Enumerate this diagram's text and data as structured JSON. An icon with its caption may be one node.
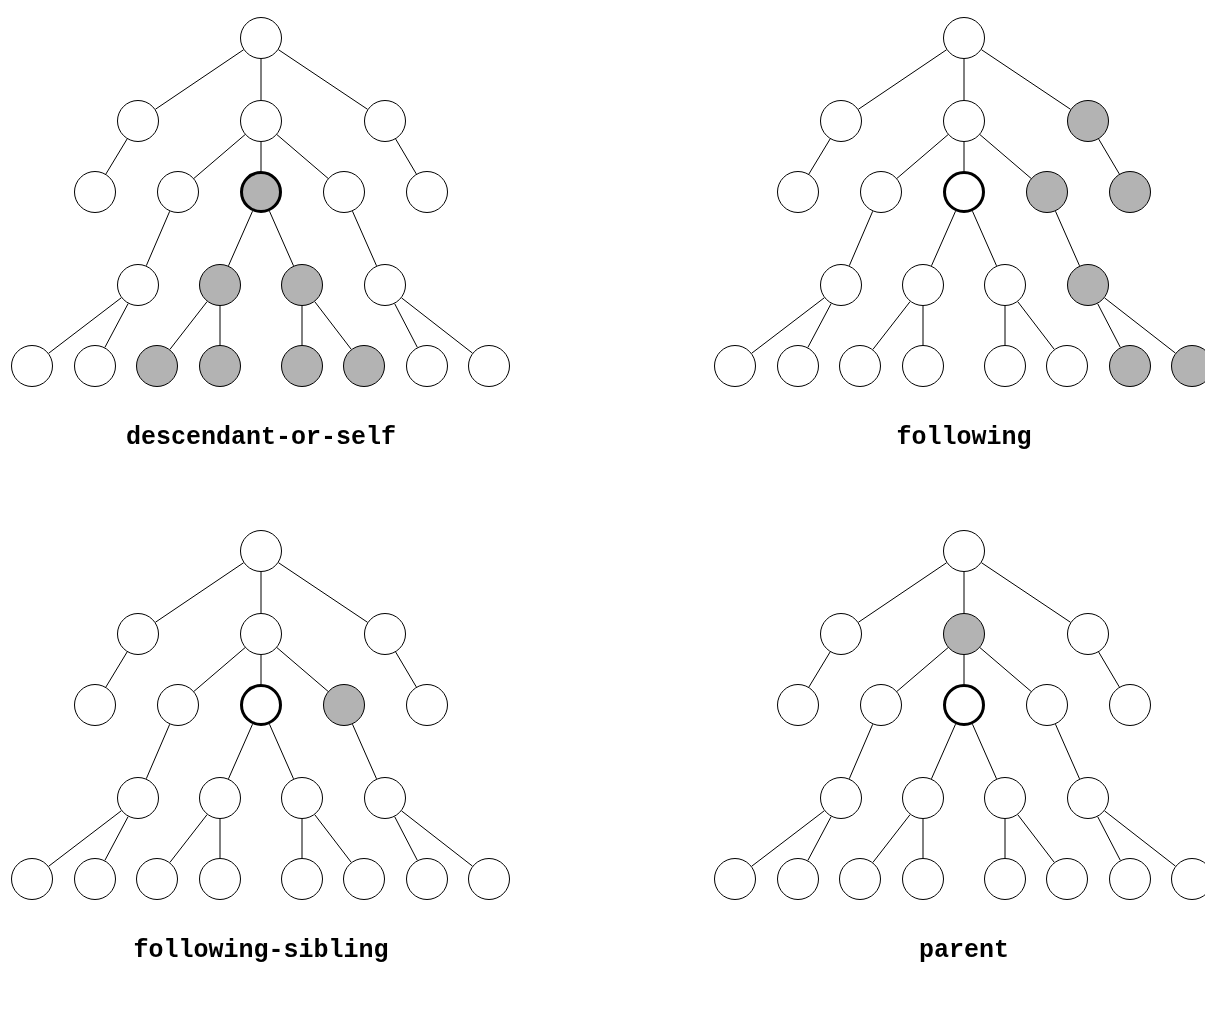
{
  "diagram": {
    "nodes": [
      {
        "text": [],
        "shape": "circle"
      },
      {
        "text": [],
        "shape": "circle"
      },
      {
        "text": [],
        "shape": "circle"
      },
      {
        "text": [],
        "shape": "circle"
      },
      {
        "text": [],
        "shape": "circle"
      },
      {
        "text": [],
        "shape": "circle"
      },
      {
        "text": [],
        "shape": "bold-disc"
      },
      {
        "text": [],
        "shape": "circle"
      },
      {
        "text": [],
        "shape": "circle"
      },
      {
        "text": [],
        "shape": "circle"
      },
      {
        "text": [],
        "shape": "disc"
      },
      {
        "text": [],
        "shape": "disc"
      },
      {
        "text": [],
        "shape": "circle"
      },
      {
        "text": [],
        "shape": "circle"
      },
      {
        "text": [],
        "shape": "circle"
      },
      {
        "text": [],
        "shape": "disc"
      },
      {
        "text": [],
        "shape": "disc"
      },
      {
        "text": [],
        "shape": "disc"
      },
      {
        "text": [],
        "shape": "disc"
      },
      {
        "text": [],
        "shape": "circle"
      },
      {
        "text": [],
        "shape": "circle"
      },
      {
        "text": [],
        "shape": "circle"
      },
      {
        "text": [],
        "shape": "circle"
      },
      {
        "text": [],
        "shape": "circle"
      },
      {
        "text": [],
        "shape": "disc"
      },
      {
        "text": [],
        "shape": "circle"
      },
      {
        "text": [],
        "shape": "circle"
      },
      {
        "text": [],
        "shape": "ring"
      },
      {
        "text": [],
        "shape": "disc"
      },
      {
        "text": [],
        "shape": "disc"
      },
      {
        "text": [],
        "shape": "circle"
      },
      {
        "text": [],
        "shape": "circle"
      },
      {
        "text": [],
        "shape": "circle"
      },
      {
        "text": [],
        "shape": "disc"
      },
      {
        "text": [],
        "shape": "circle"
      },
      {
        "text": [],
        "shape": "circle"
      },
      {
        "text": [],
        "shape": "circle"
      },
      {
        "text": [],
        "shape": "circle"
      },
      {
        "text": [],
        "shape": "circle"
      },
      {
        "text": [],
        "shape": "circle"
      },
      {
        "text": [],
        "shape": "disc"
      },
      {
        "text": [],
        "shape": "disc"
      },
      {
        "text": [],
        "shape": "circle"
      },
      {
        "text": [],
        "shape": "circle"
      },
      {
        "text": [],
        "shape": "circle"
      },
      {
        "text": [],
        "shape": "circle"
      },
      {
        "text": [],
        "shape": "circle"
      },
      {
        "text": [],
        "shape": "circle"
      },
      {
        "text": [],
        "shape": "ring"
      },
      {
        "text": [],
        "shape": "disc"
      },
      {
        "text": [],
        "shape": "circle"
      },
      {
        "text": [],
        "shape": "circle"
      },
      {
        "text": [],
        "shape": "circle"
      },
      {
        "text": [],
        "shape": "circle"
      },
      {
        "text": [],
        "shape": "circle"
      },
      {
        "text": [],
        "shape": "circle"
      },
      {
        "text": [],
        "shape": "circle"
      },
      {
        "text": [],
        "shape": "circle"
      },
      {
        "text": [],
        "shape": "circle"
      },
      {
        "text": [],
        "shape": "circle"
      },
      {
        "text": [],
        "shape": "circle"
      },
      {
        "text": [],
        "shape": "circle"
      },
      {
        "text": [],
        "shape": "circle"
      },
      {
        "text": [],
        "shape": "circle"
      },
      {
        "text": [],
        "shape": "circle"
      },
      {
        "text": [],
        "shape": "disc"
      },
      {
        "text": [],
        "shape": "circle"
      },
      {
        "text": [],
        "shape": "circle"
      },
      {
        "text": [],
        "shape": "circle"
      },
      {
        "text": [],
        "shape": "ring"
      },
      {
        "text": [],
        "shape": "circle"
      },
      {
        "text": [],
        "shape": "circle"
      },
      {
        "text": [],
        "shape": "circle"
      },
      {
        "text": [],
        "shape": "circle"
      },
      {
        "text": [],
        "shape": "circle"
      },
      {
        "text": [],
        "shape": "circle"
      },
      {
        "text": [],
        "shape": "circle"
      },
      {
        "text": [],
        "shape": "circle"
      },
      {
        "text": [],
        "shape": "circle"
      },
      {
        "text": [],
        "shape": "circle"
      },
      {
        "text": [],
        "shape": "circle"
      },
      {
        "text": [],
        "shape": "circle"
      },
      {
        "text": [],
        "shape": "circle"
      },
      {
        "text": [],
        "shape": "circle"
      }
    ],
    "edges": [
      {
        "from": 0,
        "to": 1,
        "arrow": "none"
      },
      {
        "from": 0,
        "to": 2,
        "arrow": "none"
      },
      {
        "from": 0,
        "to": 3,
        "arrow": "none"
      },
      {
        "from": 1,
        "to": 4,
        "arrow": "none"
      },
      {
        "from": 2,
        "to": 5,
        "arrow": "none"
      },
      {
        "from": 2,
        "to": 6,
        "arrow": "none"
      },
      {
        "from": 2,
        "to": 7,
        "arrow": "none"
      },
      {
        "from": 3,
        "to": 8,
        "arrow": "none"
      },
      {
        "from": 5,
        "to": 9,
        "arrow": "none"
      },
      {
        "from": 6,
        "to": 10,
        "arrow": "none"
      },
      {
        "from": 6,
        "to": 11,
        "arrow": "none"
      },
      {
        "from": 7,
        "to": 12,
        "arrow": "none"
      },
      {
        "from": 9,
        "to": 13,
        "arrow": "none"
      },
      {
        "from": 9,
        "to": 14,
        "arrow": "none"
      },
      {
        "from": 10,
        "to": 15,
        "arrow": "none"
      },
      {
        "from": 10,
        "to": 16,
        "arrow": "none"
      },
      {
        "from": 11,
        "to": 17,
        "arrow": "none"
      },
      {
        "from": 11,
        "to": 18,
        "arrow": "none"
      },
      {
        "from": 12,
        "to": 19,
        "arrow": "none"
      },
      {
        "from": 12,
        "to": 20,
        "arrow": "none"
      },
      {
        "from": 21,
        "to": 22,
        "arrow": "none"
      },
      {
        "from": 21,
        "to": 23,
        "arrow": "none"
      },
      {
        "from": 21,
        "to": 24,
        "arrow": "none"
      },
      {
        "from": 22,
        "to": 25,
        "arrow": "none"
      },
      {
        "from": 23,
        "to": 26,
        "arrow": "none"
      },
      {
        "from": 23,
        "to": 27,
        "arrow": "none"
      },
      {
        "from": 23,
        "to": 28,
        "arrow": "none"
      },
      {
        "from": 24,
        "to": 29,
        "arrow": "none"
      },
      {
        "from": 26,
        "to": 30,
        "arrow": "none"
      },
      {
        "from": 27,
        "to": 31,
        "arrow": "none"
      },
      {
        "from": 27,
        "to": 32,
        "arrow": "none"
      },
      {
        "from": 28,
        "to": 33,
        "arrow": "none"
      },
      {
        "from": 30,
        "to": 34,
        "arrow": "none"
      },
      {
        "from": 30,
        "to": 35,
        "arrow": "none"
      },
      {
        "from": 31,
        "to": 36,
        "arrow": "none"
      },
      {
        "from": 31,
        "to": 37,
        "arrow": "none"
      },
      {
        "from": 32,
        "to": 38,
        "arrow": "none"
      },
      {
        "from": 32,
        "to": 39,
        "arrow": "none"
      },
      {
        "from": 33,
        "to": 40,
        "arrow": "none"
      },
      {
        "from": 33,
        "to": 41,
        "arrow": "none"
      },
      {
        "from": 42,
        "to": 43,
        "arrow": "none"
      },
      {
        "from": 42,
        "to": 44,
        "arrow": "none"
      },
      {
        "from": 42,
        "to": 45,
        "arrow": "none"
      },
      {
        "from": 43,
        "to": 46,
        "arrow": "none"
      },
      {
        "from": 44,
        "to": 47,
        "arrow": "none"
      },
      {
        "from": 44,
        "to": 48,
        "arrow": "none"
      },
      {
        "from": 44,
        "to": 49,
        "arrow": "none"
      },
      {
        "from": 45,
        "to": 50,
        "arrow": "none"
      },
      {
        "from": 47,
        "to": 51,
        "arrow": "none"
      },
      {
        "from": 48,
        "to": 52,
        "arrow": "none"
      },
      {
        "from": 48,
        "to": 53,
        "arrow": "none"
      },
      {
        "from": 49,
        "to": 54,
        "arrow": "none"
      },
      {
        "from": 51,
        "to": 55,
        "arrow": "none"
      },
      {
        "from": 51,
        "to": 56,
        "arrow": "none"
      },
      {
        "from": 52,
        "to": 57,
        "arrow": "none"
      },
      {
        "from": 52,
        "to": 58,
        "arrow": "none"
      },
      {
        "from": 53,
        "to": 59,
        "arrow": "none"
      },
      {
        "from": 53,
        "to": 60,
        "arrow": "none"
      },
      {
        "from": 54,
        "to": 61,
        "arrow": "none"
      },
      {
        "from": 54,
        "to": 62,
        "arrow": "none"
      },
      {
        "from": 63,
        "to": 64,
        "arrow": "none"
      },
      {
        "from": 63,
        "to": 65,
        "arrow": "none"
      },
      {
        "from": 63,
        "to": 66,
        "arrow": "none"
      },
      {
        "from": 64,
        "to": 67,
        "arrow": "none"
      },
      {
        "from": 65,
        "to": 68,
        "arrow": "none"
      },
      {
        "from": 65,
        "to": 69,
        "arrow": "none"
      },
      {
        "from": 65,
        "to": 70,
        "arrow": "none"
      },
      {
        "from": 66,
        "to": 71,
        "arrow": "none"
      },
      {
        "from": 68,
        "to": 72,
        "arrow": "none"
      },
      {
        "from": 69,
        "to": 73,
        "arrow": "none"
      },
      {
        "from": 69,
        "to": 74,
        "arrow": "none"
      },
      {
        "from": 70,
        "to": 75,
        "arrow": "none"
      },
      {
        "from": 72,
        "to": 76,
        "arrow": "none"
      },
      {
        "from": 72,
        "to": 77,
        "arrow": "none"
      },
      {
        "from": 73,
        "to": 78,
        "arrow": "none"
      },
      {
        "from": 73,
        "to": 79,
        "arrow": "none"
      },
      {
        "from": 74,
        "to": 80,
        "arrow": "none"
      },
      {
        "from": 74,
        "to": 81,
        "arrow": "none"
      },
      {
        "from": 75,
        "to": 82,
        "arrow": "none"
      },
      {
        "from": 75,
        "to": 83,
        "arrow": "none"
      }
    ],
    "labels": [
      "descendant-or-self",
      "following",
      "following-sibling",
      "parent"
    ]
  }
}
